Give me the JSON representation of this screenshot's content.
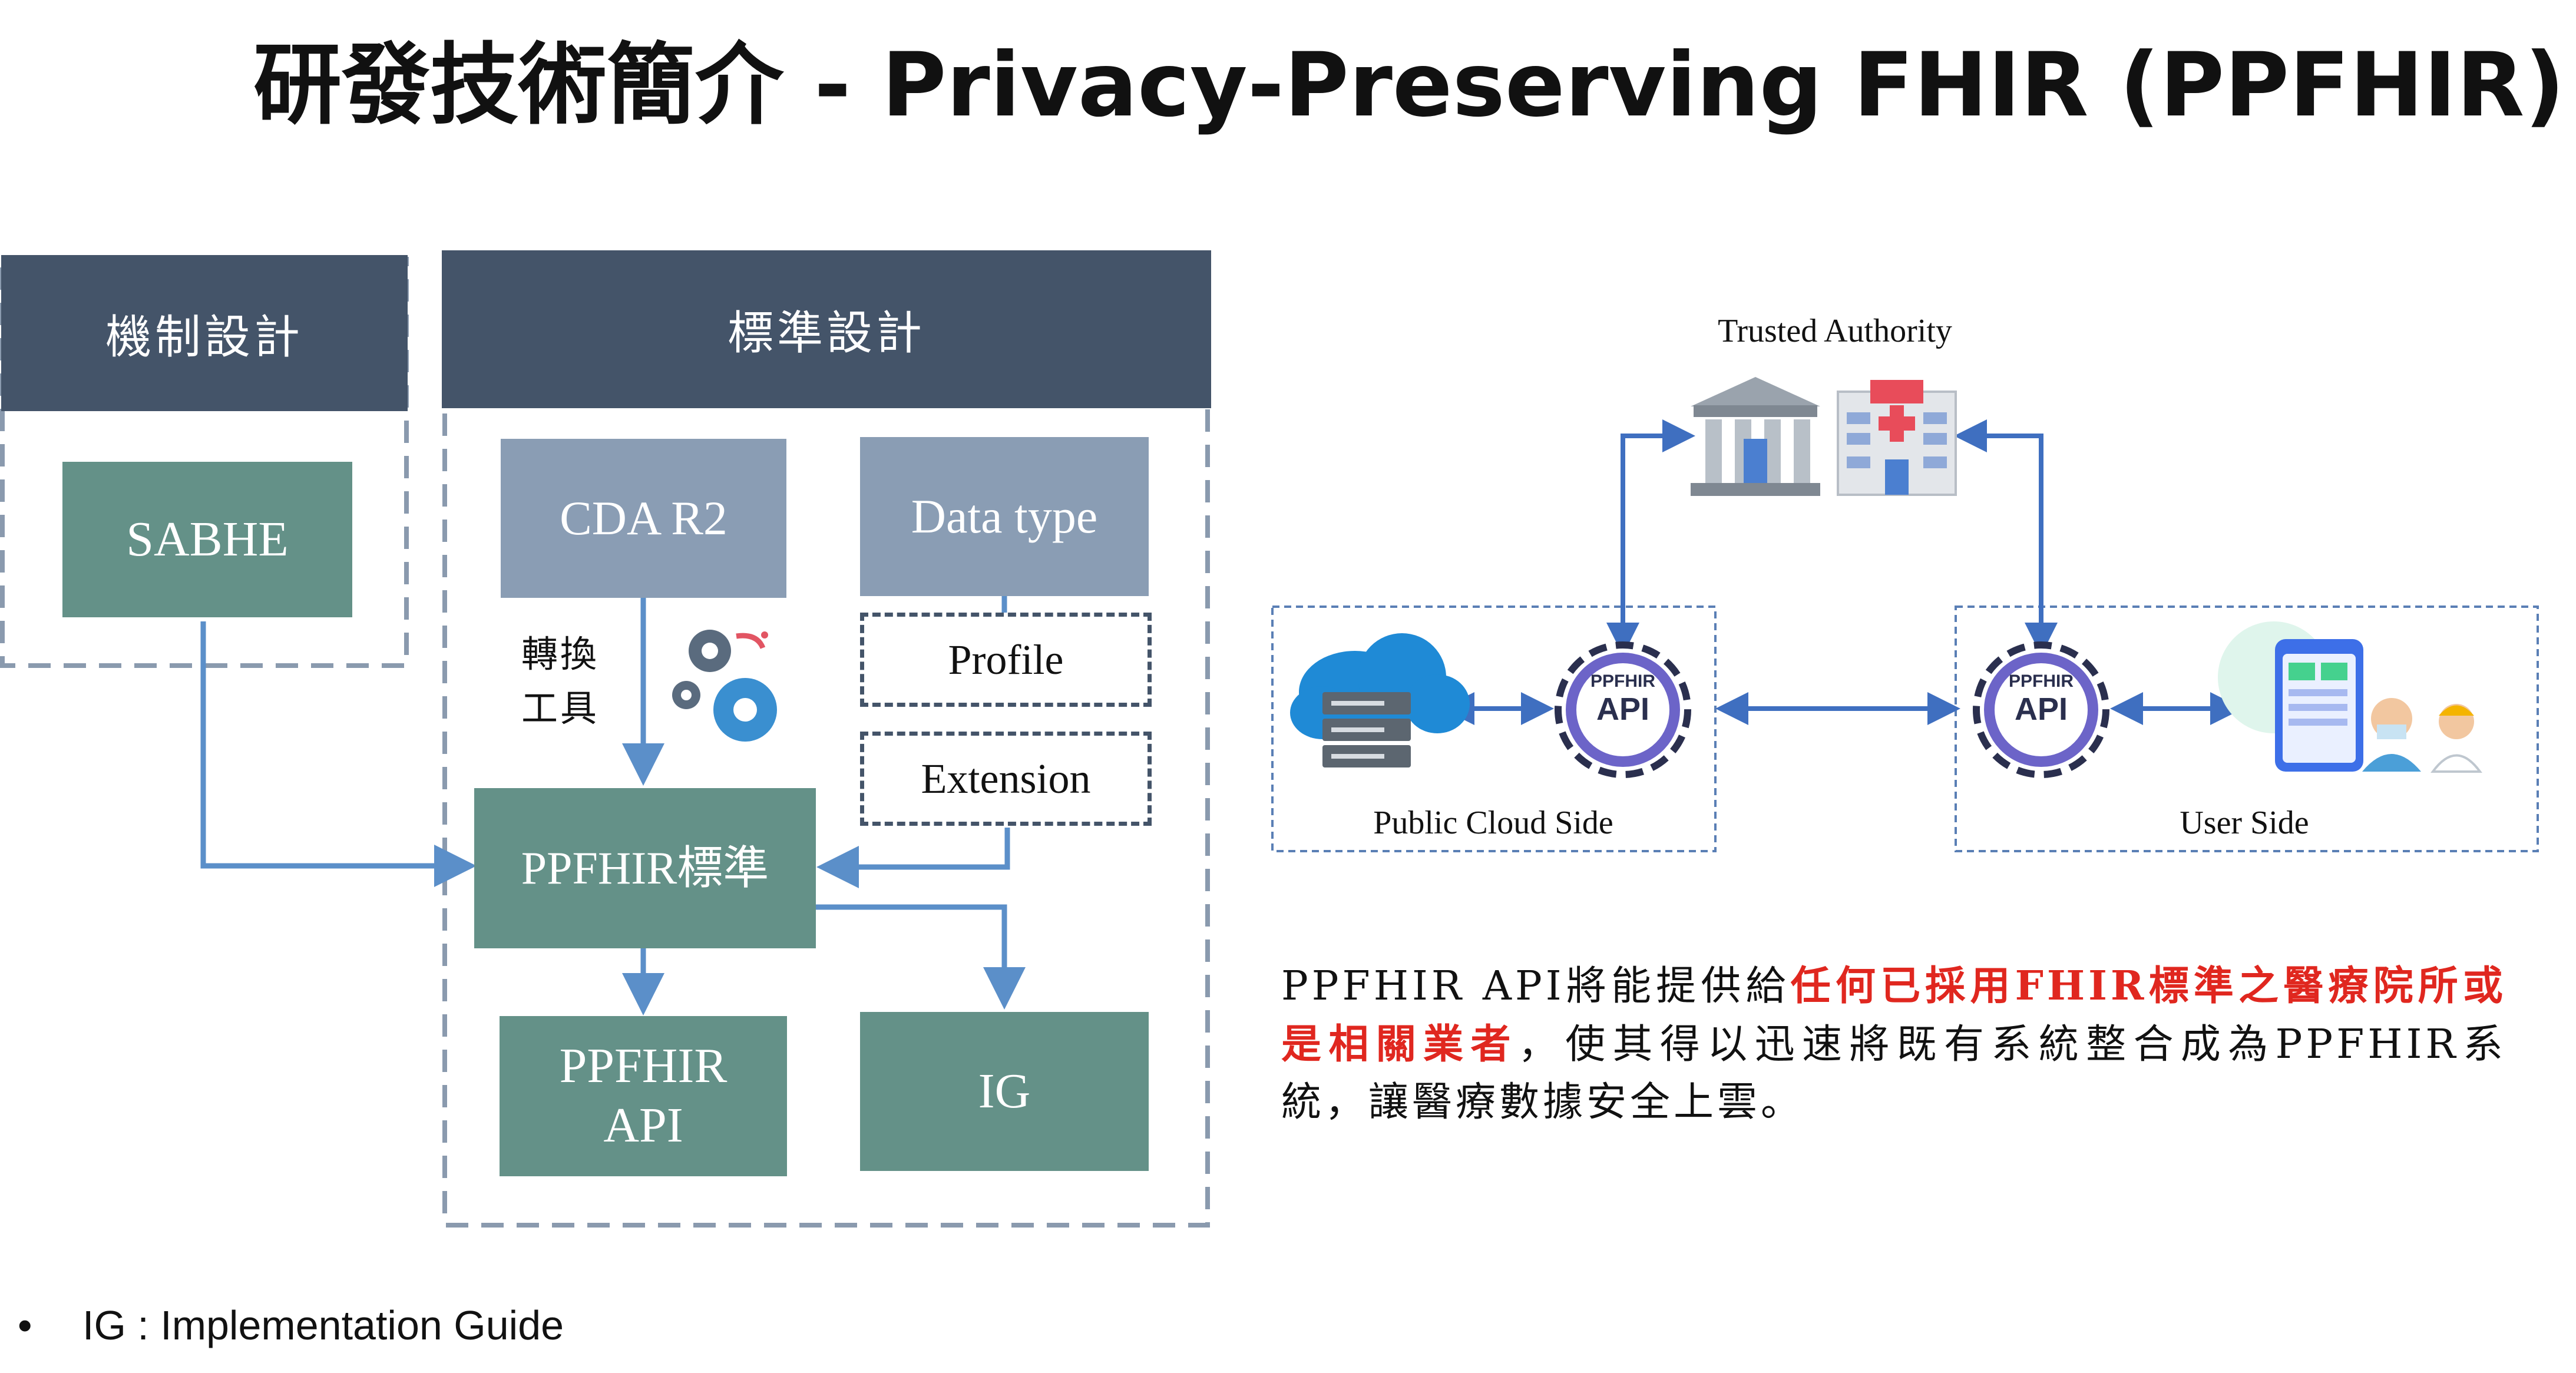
{
  "title": "研發技術簡介 - Privacy-Preserving FHIR (PPFHIR)",
  "mechanism": {
    "header": "機制設計",
    "box": "SABHE"
  },
  "standard": {
    "header": "標準設計",
    "cda": "CDA R2",
    "data_type": "Data type",
    "profile": "Profile",
    "extension": "Extension",
    "convert_line1": "轉換",
    "convert_line2": "工具",
    "ppfhir_std": "PPFHIR標準",
    "api_line1": "PPFHIR",
    "api_line2": "API",
    "ig": "IG"
  },
  "arch": {
    "trusted_authority": "Trusted Authority",
    "cloud_label": "Public Cloud Side",
    "user_label": "User Side",
    "gear_small": "PPFHIR",
    "gear_big": "API",
    "arrow_color": "#3f6fc0"
  },
  "paragraph": {
    "part1": "PPFHIR API將能提供給",
    "highlight": "任何已採用FHIR標準之醫療院所或是相關業者",
    "part2": "，使其得以迅速將既有系統整合成為PPFHIR系統，讓醫療數據安全上雲。",
    "highlight_color": "#e0271f"
  },
  "footnote": {
    "bullet": "•",
    "text": "IG : Implementation Guide"
  },
  "colors": {
    "header": "#445469",
    "teal": "#649188",
    "gray": "#8a9db4",
    "arrow": "#5b8fc9"
  }
}
